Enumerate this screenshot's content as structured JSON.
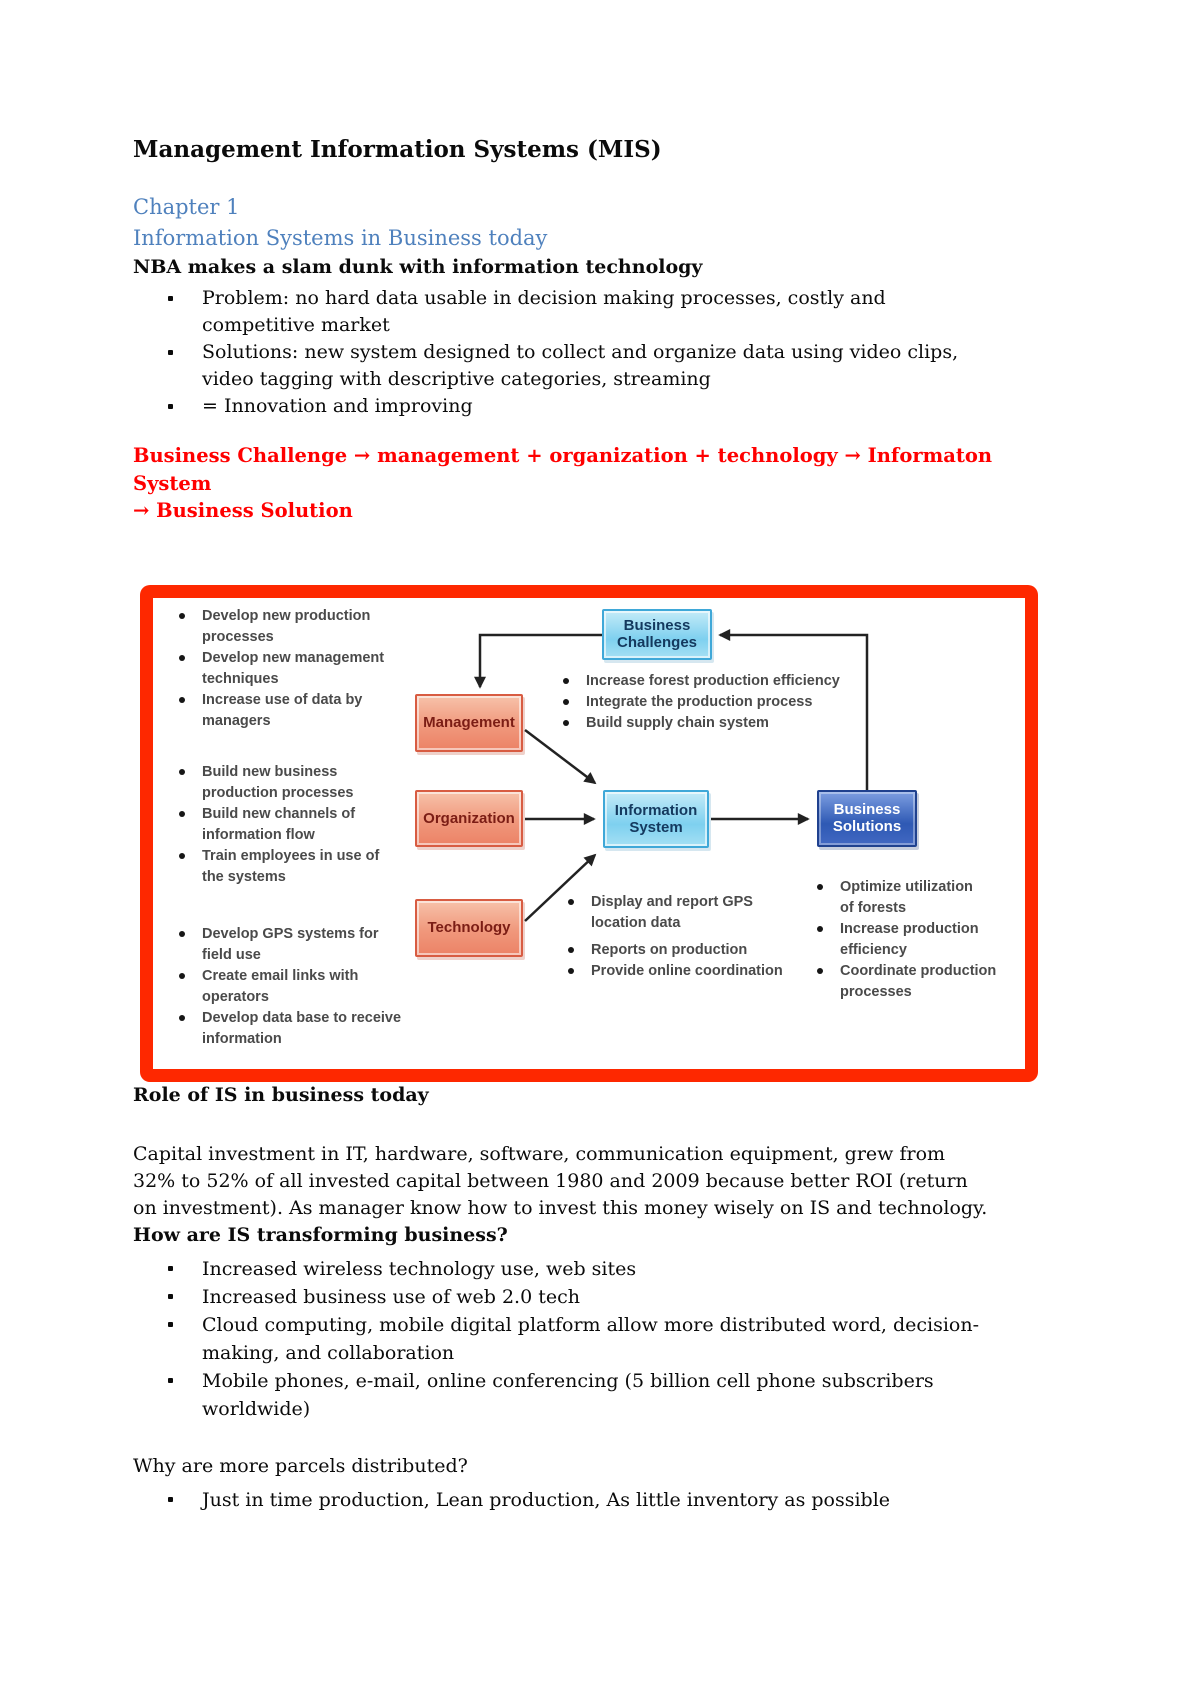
{
  "doc": {
    "title": "Management Information Systems (MIS)",
    "chapter_label": "Chapter 1",
    "chapter_subtitle": "Information Systems in Business today",
    "nba": {
      "heading": "NBA makes a slam dunk with information technology",
      "bullets": [
        "Problem: no hard data usable in decision making processes, costly and\ncompetitive market",
        "Solutions: new system designed to collect and organize data using video clips,\nvideo tagging with descriptive categories, streaming",
        "= Innovation and improving"
      ]
    },
    "challenge_flow": "Business Challenge → management + organization + technology → Informaton System\n→ Business Solution",
    "role": {
      "heading": "Role of IS in business today",
      "paragraph": "Capital investment in IT, hardware, software, communication equipment, grew from\n32% to 52% of all invested capital between 1980 and 2009 because better ROI (return\non investment). As manager know how to invest this money wisely on IS and technology."
    },
    "transforming": {
      "heading": "How are IS transforming business?",
      "bullets": [
        "Increased wireless technology use, web sites",
        "Increased business use of web 2.0 tech",
        "Cloud computing, mobile digital platform allow more distributed word, decision-\nmaking, and collaboration",
        "Mobile phones, e-mail, online conferencing (5 billion cell phone subscribers\nworldwide)"
      ]
    },
    "parcels": {
      "heading": "Why are more parcels distributed?",
      "bullets": [
        "Just in time production, Lean production, As little inventory as possible"
      ]
    }
  },
  "figure": {
    "colors": {
      "frame_red": "#fe2800",
      "salmon_box": "#f0987c",
      "light_blue_box": "#8fd8f3",
      "dark_blue_box": "#3a63c0",
      "heading_blue": "#4f81bd",
      "flow_text_red": "#ff0000"
    },
    "boxes": {
      "management": "Management",
      "organization": "Organization",
      "technology": "Technology",
      "business_challenges": "Business\nChallenges",
      "information_system": "Information\nSystem",
      "business_solutions": "Business\nSolutions"
    },
    "management_bullets": [
      "Develop new production\nprocesses",
      "Develop new management\ntechniques",
      "Increase use of data by\nmanagers"
    ],
    "organization_bullets": [
      "Build new business\nproduction processes",
      "Build new channels of\ninformation flow",
      "Train employees in use of\nthe systems"
    ],
    "technology_bullets": [
      "Develop GPS systems for\nfield use",
      "Create email links with\noperators",
      "Develop data base to receive\ninformation"
    ],
    "challenge_bullets": [
      "Increase forest production efficiency",
      "Integrate the production process",
      "Build supply chain system"
    ],
    "is_bullets": [
      "Display and report GPS\nlocation data",
      "Reports on production",
      "Provide online coordination"
    ],
    "solution_bullets": [
      "Optimize utilization\nof forests",
      "Increase production\nefficiency",
      "Coordinate production\nprocesses"
    ]
  }
}
